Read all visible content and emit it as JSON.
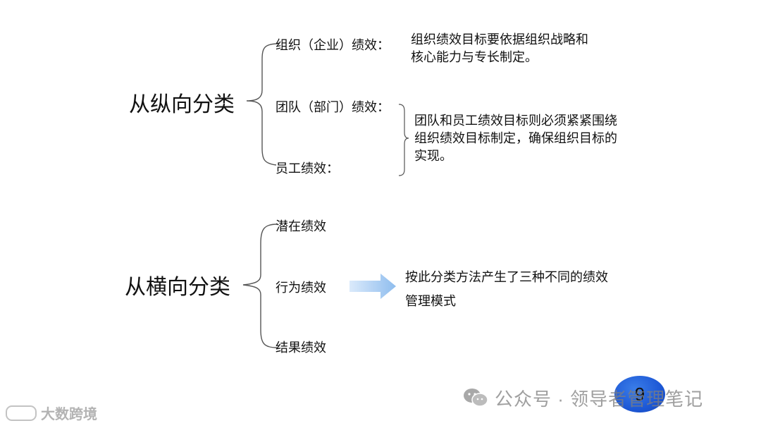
{
  "vertical": {
    "heading": "从纵向分类",
    "items": [
      "组织（企业）绩效：",
      "团队（部门）绩效：",
      "员工绩效："
    ],
    "desc_org": [
      "组织绩效目标要依据组织战略和",
      "核心能力与专长制定。"
    ],
    "desc_team": [
      "团队和员工绩效目标则必须紧紧围绕",
      "组织绩效目标制定，确保组织目标的",
      "实现。"
    ]
  },
  "horizontal": {
    "heading": "从横向分类",
    "items": [
      "潜在绩效",
      "行为绩效",
      "结果绩效"
    ],
    "desc": [
      "按此分类方法产生了三种不同的绩效",
      "管理模式"
    ]
  },
  "page_number": "9",
  "watermark": {
    "right": "公众号 · 领导者管理笔记",
    "left": "大数跨境",
    "icon": "wechat-icon"
  },
  "colors": {
    "arrow": "#a9cdf3",
    "badge": "#1d58d6",
    "lines": "#555555"
  }
}
